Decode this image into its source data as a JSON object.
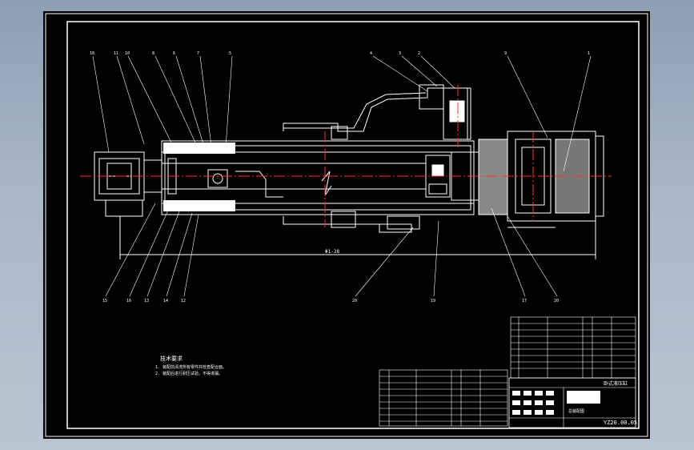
{
  "drawing": {
    "dimension_length": "Φ1-28",
    "callouts_top": [
      "18",
      "11",
      "10",
      "8",
      "6",
      "7",
      "5",
      "4",
      "3",
      "2",
      "9",
      "1"
    ],
    "callouts_bottom": [
      "15",
      "16",
      "13",
      "14",
      "12",
      "20",
      "19",
      "17",
      "20"
    ],
    "tech_notes": {
      "title": "技术要求",
      "lines": [
        "1. 装配前清洗所有零件并检查配合面。",
        "2. 装配后进行耐压试验，不得渗漏。"
      ]
    },
    "title_block": {
      "name": "卧式液压缸",
      "drawing_no": "YZ20.00.05",
      "assembly_label": "总装配图"
    },
    "colors": {
      "line": "#ffffff",
      "centerline": "#ff3030",
      "frame": "#ffffff",
      "paper": "#000000"
    }
  }
}
